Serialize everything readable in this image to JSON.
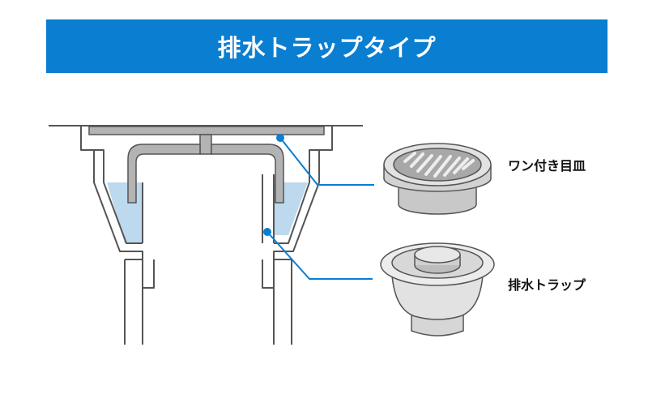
{
  "title": "排水トラップタイプ",
  "labels": {
    "cover": "ワン付き目皿",
    "trap": "排水トラップ"
  },
  "colors": {
    "title_bg": "#0a7ed1",
    "water": "#bcd9ee",
    "callout": "#0a7ed1",
    "part_gray": "#b3b3b3",
    "outline": "#555555"
  },
  "icons": {
    "cover": "drain-cover-icon",
    "trap": "drain-trap-icon"
  }
}
